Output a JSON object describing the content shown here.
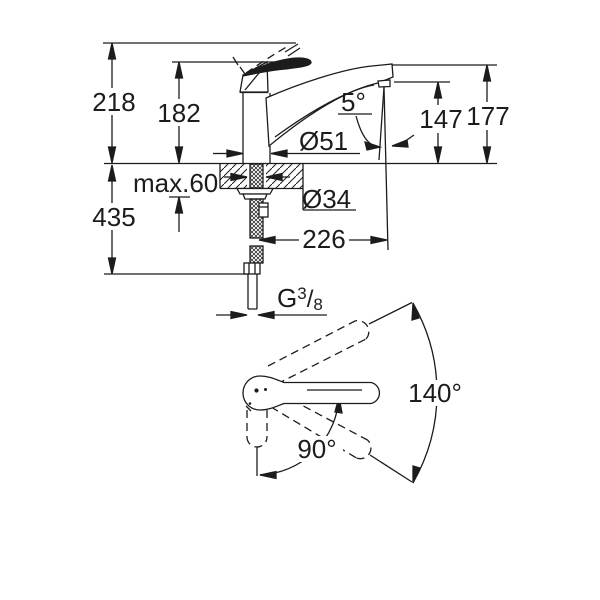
{
  "side_view": {
    "height_total": "218",
    "height_to_lever_top": "182",
    "mounting_depth_max": "max.60",
    "height_below_deck": "435",
    "base_diameter": "Ø51",
    "hole_diameter": "Ø34",
    "spout_reach": "226",
    "spray_angle": "5°",
    "outlet_height": "147",
    "spout_top_height": "177",
    "thread": {
      "base": "G",
      "sup": "3",
      "slash": "/",
      "sub": "8"
    }
  },
  "top_view": {
    "swivel_total": "140°",
    "swivel_partial": "90°"
  },
  "colors": {
    "line": "#1c1c1c",
    "background": "#ffffff"
  }
}
